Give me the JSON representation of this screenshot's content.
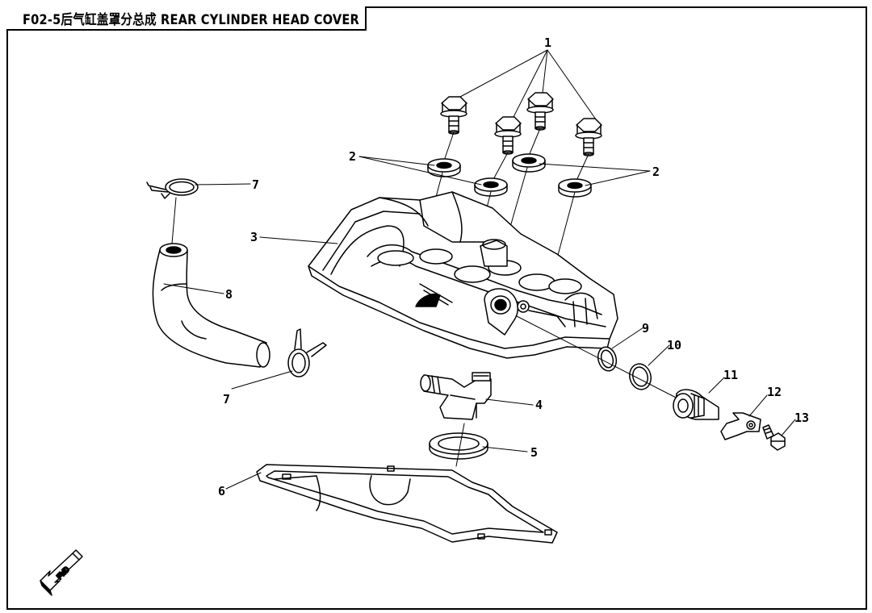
{
  "title": "F02-5后气缸盖罩分总成  REAR CYLINDER HEAD COVER",
  "callouts": {
    "c1": "1",
    "c2a": "2",
    "c2b": "2",
    "c3": "3",
    "c4": "4",
    "c5": "5",
    "c6": "6",
    "c7a": "7",
    "c7b": "7",
    "c8": "8",
    "c9": "9",
    "c10": "10",
    "c11": "11",
    "c12": "12",
    "c13": "13"
  },
  "fwd_marker": "FWD"
}
